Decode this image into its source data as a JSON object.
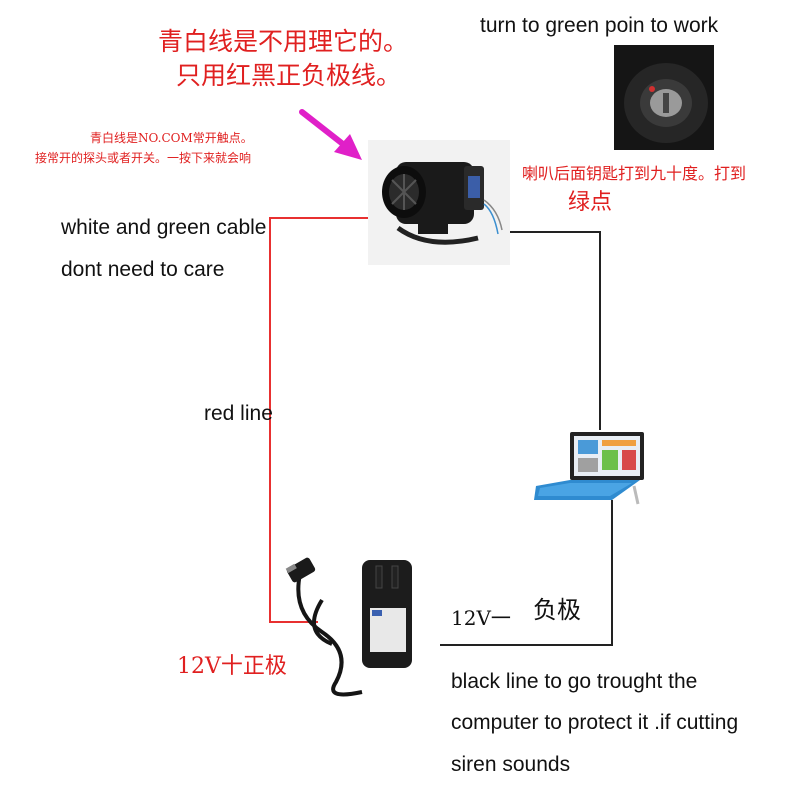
{
  "title_cn": {
    "line1": "青白线是不用理它的。",
    "line2": "只用红黑正负极线。"
  },
  "small_note_cn": {
    "line1": "青白线是NO.COM常开触点。",
    "line2": "接常开的探头或者开关。一按下来就会响"
  },
  "key_note_en": "turn to green poin to work",
  "key_note_cn": {
    "line1": "喇叭后面钥匙打到九十度。打到",
    "line2": "绿点"
  },
  "white_green_note": {
    "line1": "white and green cable",
    "line2": "dont need to care"
  },
  "red_line_label": "red line",
  "positive_label": "12V十正极",
  "negative_label": {
    "voltage": "12V一",
    "pole": "负极"
  },
  "black_line_note": {
    "line1": "black line to go trought the",
    "line2": "computer to protect it .if cutting",
    "line3": "siren sounds"
  },
  "colors": {
    "red_wire": "#e83030",
    "black_wire": "#222222",
    "arrow": "#e020c8",
    "cn_red": "#e02020"
  },
  "icons": {
    "siren": "siren-speaker-icon",
    "key": "key-switch-icon",
    "laptop": "laptop-icon",
    "adapter": "power-adapter-icon"
  }
}
